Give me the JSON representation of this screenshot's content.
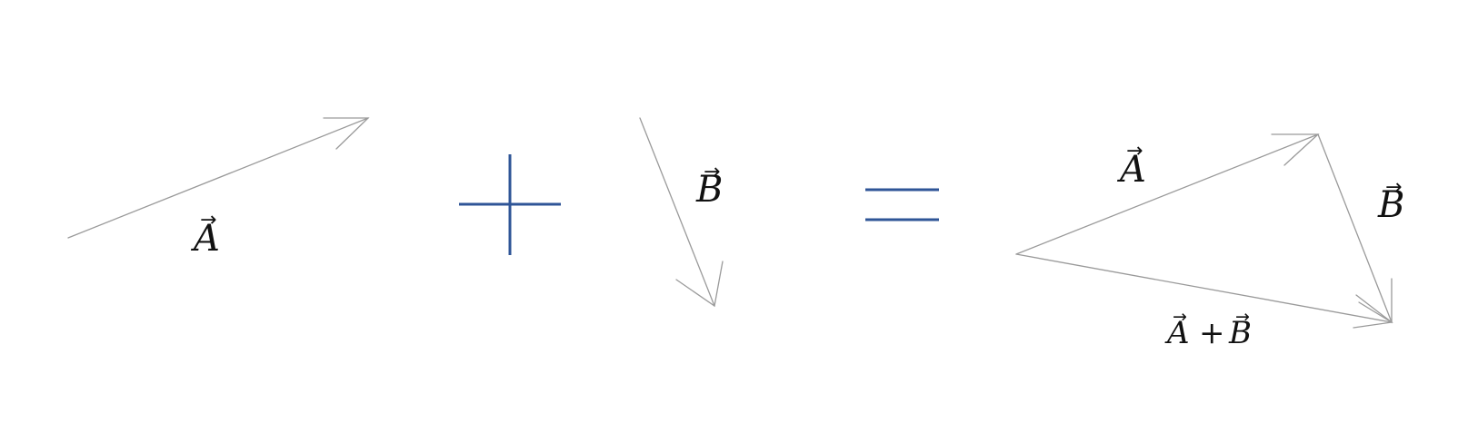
{
  "labels": {
    "vector_a": "A",
    "vector_b": "B",
    "sum_a": "A",
    "sum_op": "+",
    "sum_b": "B",
    "result_a": "A",
    "result_b": "B",
    "arrow_glyph": "→"
  },
  "operators": {
    "plus": "plus",
    "equals": "equals"
  },
  "colors": {
    "vector_stroke": "#9a9a9a",
    "operator_stroke": "#2f5597",
    "label_text": "#111111"
  }
}
